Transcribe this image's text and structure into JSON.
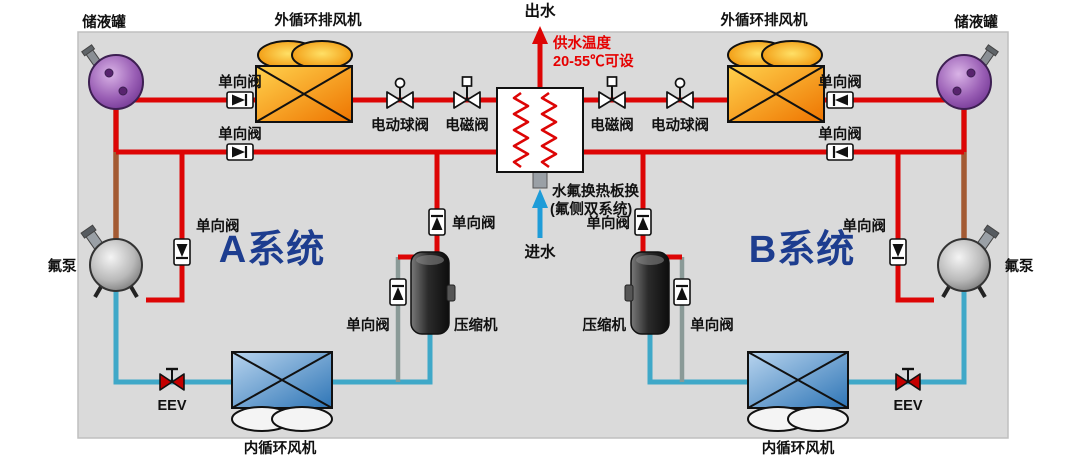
{
  "colors": {
    "pipe_hot": "#dd0505",
    "pipe_cold": "#3fa8c8",
    "water_in": "#1e9cd8",
    "pipe_liquid": "#a35a33",
    "pipe_bypass": "#8a9a97",
    "system_label": "#1d3d8f",
    "warn_text": "#e60000",
    "panel_bg": "#dadada"
  },
  "labels": {
    "tank": "储液罐",
    "ext_fan": "外循环排风机",
    "check_valve": "单向阀",
    "ball_valve": "电动球阀",
    "solenoid_valve": "电磁阀",
    "water_out": "出水",
    "supply_temp_1": "供水温度",
    "supply_temp_2": "20-55℃可设",
    "hx_line1": "水氟换热板换",
    "hx_line2": "(氟侧双系统)",
    "water_in": "进水",
    "system_a": "A系统",
    "system_b": "B系统",
    "pump": "氟泵",
    "compressor": "压缩机",
    "eev": "EEV",
    "int_fan": "内循环风机"
  }
}
